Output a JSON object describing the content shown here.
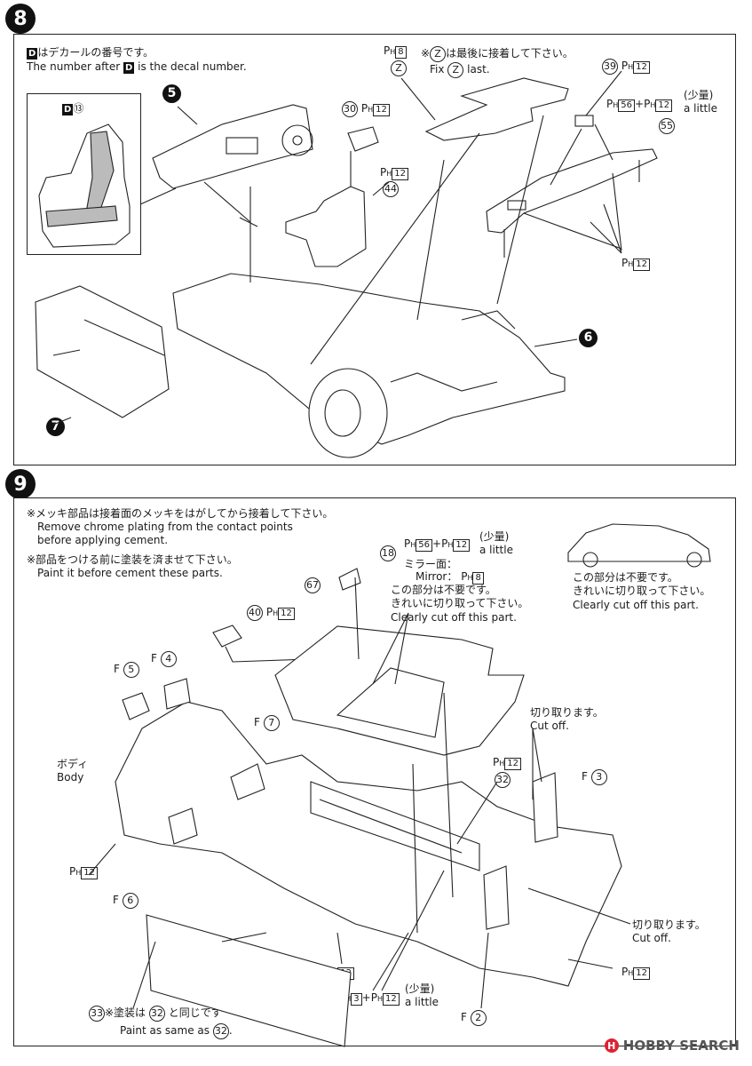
{
  "step8": {
    "number": "8",
    "note_jp": "はデカールの番号です。",
    "note_en_pre": "The number after",
    "note_en_post": "is the decal number.",
    "d_mark": "D",
    "decal_seat": "⑬",
    "part5": "5",
    "part6": "6",
    "part7": "7",
    "part30": "30",
    "part44": "44",
    "part39": "39",
    "part55": "55",
    "ph": "P",
    "ph_sub": "H",
    "c8": "8",
    "c12": "12",
    "c56": "56",
    "z": "Z",
    "z_note_jp": "は最後に接着して下さい。",
    "z_note_en": "last.",
    "fix": "Fix",
    "shouryou": "(少量)",
    "a_little": "a little",
    "plus": "+",
    "asterisk": "※"
  },
  "step9": {
    "number": "9",
    "chrome_jp": "※メッキ部品は接着面のメッキをはがしてから接着して下さい。",
    "chrome_en1": "Remove chrome plating from the contact points",
    "chrome_en2": "before applying cement.",
    "paint_jp": "※部品をつける前に塗装を済ませて下さい。",
    "paint_en": "Paint it before cement these parts.",
    "part18": "18",
    "part67": "67",
    "part40": "40",
    "part32": "32",
    "part33": "33",
    "mirror_jp": "ミラー面：",
    "mirror_en": "Mirror：",
    "cut_jp1": "この部分は不要です。",
    "cut_jp2": "きれいに切り取って下さい。",
    "cut_en": "Clearly cut off this part.",
    "cut_off_jp": "切り取ります。",
    "cut_off_en": "Cut off.",
    "body_jp": "ボディ",
    "body_en": "Body",
    "f5": "F",
    "n5": "5",
    "n4": "4",
    "n7": "7",
    "n6": "6",
    "n3": "3",
    "n2": "2",
    "c3": "3",
    "paint_same_jp_pre": "※塗装は",
    "paint_same_jp_post": "と同じです",
    "paint_same_en": "Paint as same as"
  },
  "watermark": {
    "icon": "H",
    "text": "HOBBY SEARCH"
  }
}
